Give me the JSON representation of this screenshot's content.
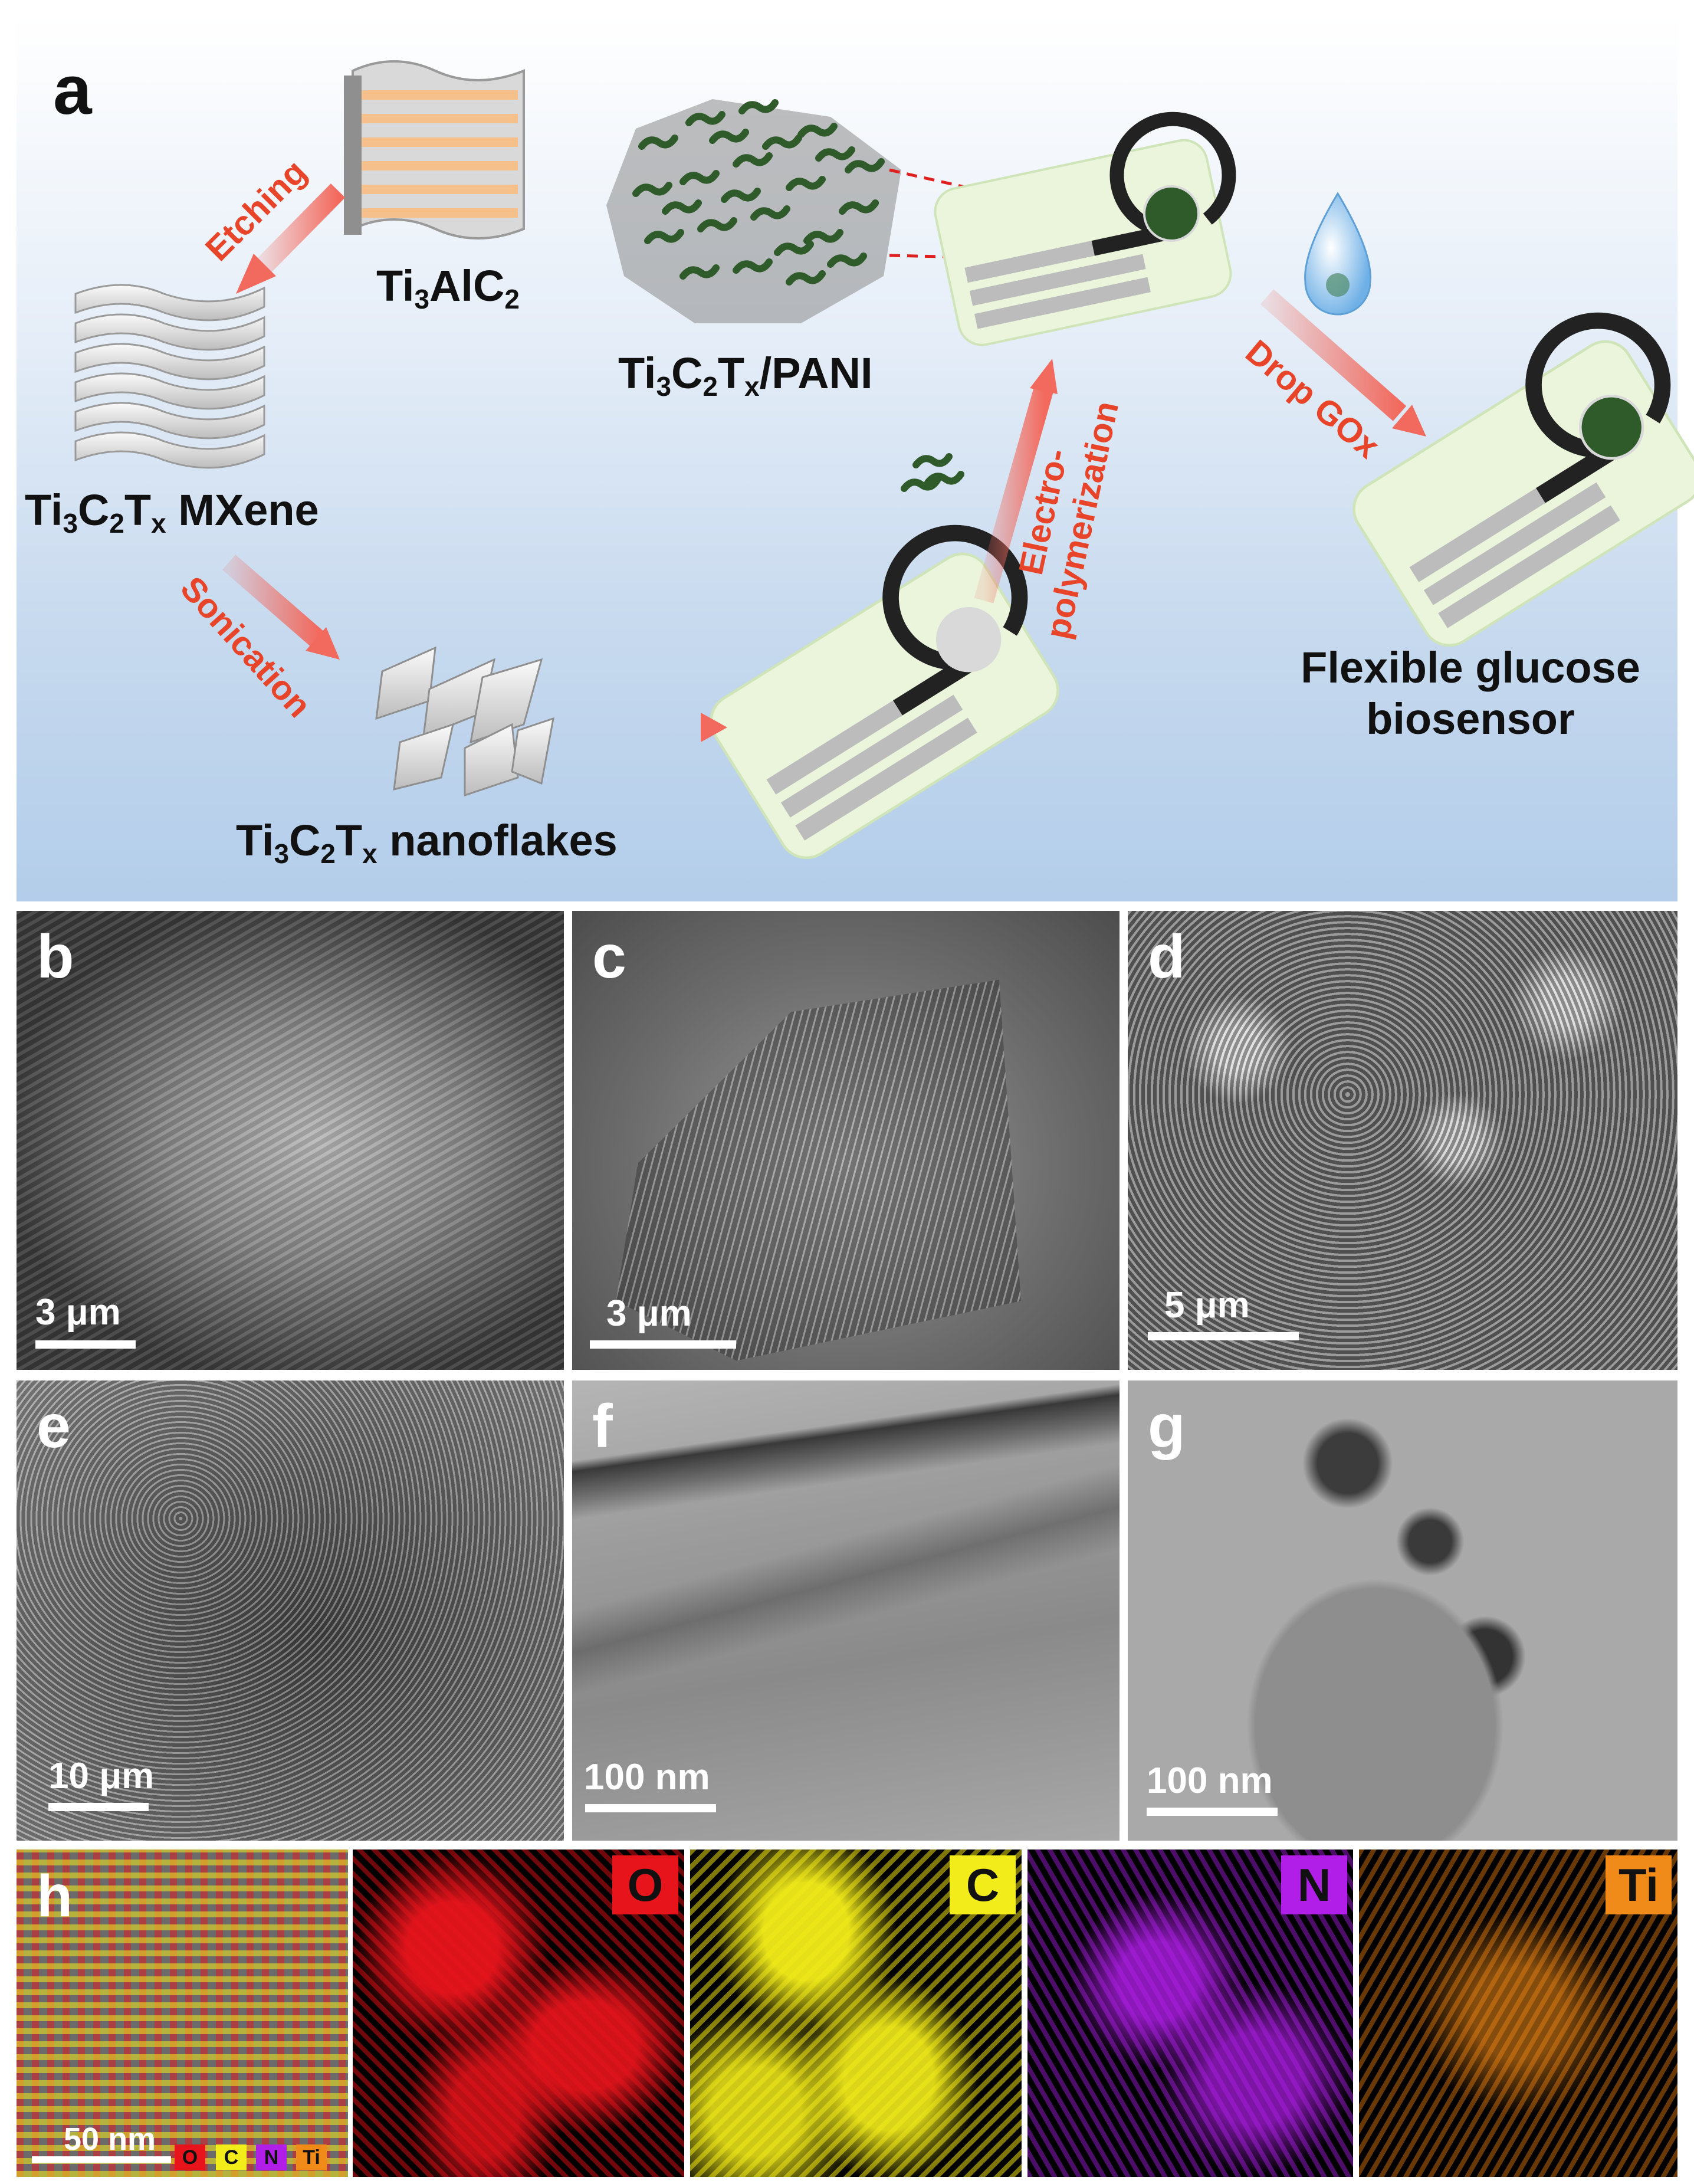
{
  "panel_a": {
    "letter": "a",
    "labels": {
      "ti3alc2": [
        "Ti",
        "3",
        "AlC",
        "2"
      ],
      "mxene": [
        "Ti",
        "3",
        "C",
        "2",
        "T",
        "x",
        " MXene"
      ],
      "nanoflakes": [
        "Ti",
        "3",
        "C",
        "2",
        "T",
        "x",
        " nanoflakes"
      ],
      "composite": [
        "Ti",
        "3",
        "C",
        "2",
        "T",
        "x",
        "/PANI"
      ],
      "biosensor_line1": "Flexible glucose",
      "biosensor_line2": "biosensor"
    },
    "steps": {
      "etching": "Etching",
      "sonication": "Sonication",
      "electro_1": "Electro-",
      "electro_2": "polymerization",
      "drop_gox": "Drop GOx"
    }
  },
  "micrographs": [
    {
      "id": "b",
      "letter": "b",
      "scale": "3 μm"
    },
    {
      "id": "c",
      "letter": "c",
      "scale": "3 μm"
    },
    {
      "id": "d",
      "letter": "d",
      "scale": "5 μm"
    },
    {
      "id": "e",
      "letter": "e",
      "scale": "10 μm"
    },
    {
      "id": "f",
      "letter": "f",
      "scale": "100 nm"
    },
    {
      "id": "g",
      "letter": "g",
      "scale": "100 nm"
    }
  ],
  "eds": {
    "letter": "h",
    "scale": "50 nm",
    "maps": [
      {
        "element": "O",
        "color": "#e8141c"
      },
      {
        "element": "C",
        "color": "#f2ec1a"
      },
      {
        "element": "N",
        "color": "#b01ee8"
      },
      {
        "element": "Ti",
        "color": "#f08a18"
      }
    ],
    "legend": [
      "O",
      "C",
      "N",
      "Ti"
    ]
  },
  "colors": {
    "arrow": "#f26a5e",
    "step_text": "#e8442a",
    "pani_green": "#2f5a2a",
    "sensor_pad": "#eaf5dc"
  }
}
